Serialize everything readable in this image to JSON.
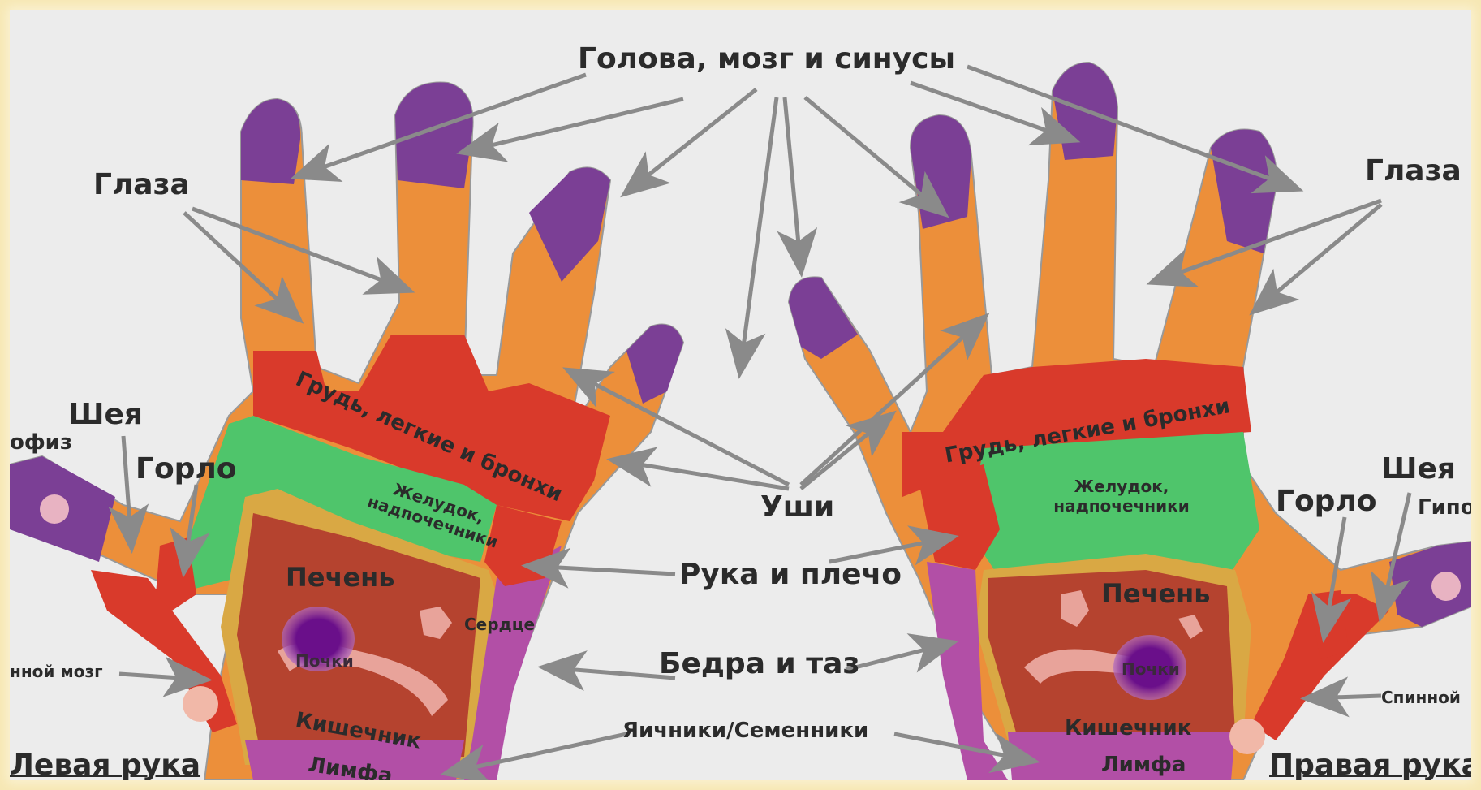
{
  "labels": {
    "head_brain_sinuses": "Голова, мозг и синусы",
    "eyes_left": "Глаза",
    "eyes_right": "Глаза",
    "neck_left": "Шея",
    "neck_right": "Шея",
    "throat_left": "Горло",
    "throat_right": "Горло",
    "pituitary_left": "офиз",
    "pituitary_right": "Гипо",
    "spinal_left": "нной мозг",
    "spinal_right": "Спинной",
    "chest_left": "Грудь, легкие и бронхи",
    "chest_right": "Грудь, легкие и бронхи",
    "stomach_left": "Желудок, надпочечники",
    "stomach_right": "Желудок, надпочечники",
    "liver_left": "Печень",
    "liver_right": "Печень",
    "heart": "Сердце",
    "kidneys_left": "Почки",
    "kidneys_right": "Почки",
    "intestine_left": "Кишечник",
    "intestine_right": "Кишечник",
    "lymph_left": "Лимфа",
    "lymph_right": "Лимфа",
    "ears": "Уши",
    "arm_shoulder": "Рука и плечо",
    "hips_pelvis": "Бедра и таз",
    "ovaries_testes": "Яичники/Семенники",
    "left_hand": "Левая рука",
    "right_hand": "Правая рука"
  },
  "colors": {
    "head": "#7b3f95",
    "eyes": "#ec8f3a",
    "chest": "#d93a2b",
    "stomach": "#4fc56b",
    "liver": "#b5432f",
    "border": "#d9a844",
    "hips": "#b24fa6",
    "kidney": "#6a0f8a",
    "heart": "#e8a39a",
    "arrow": "#8a8a8a"
  }
}
